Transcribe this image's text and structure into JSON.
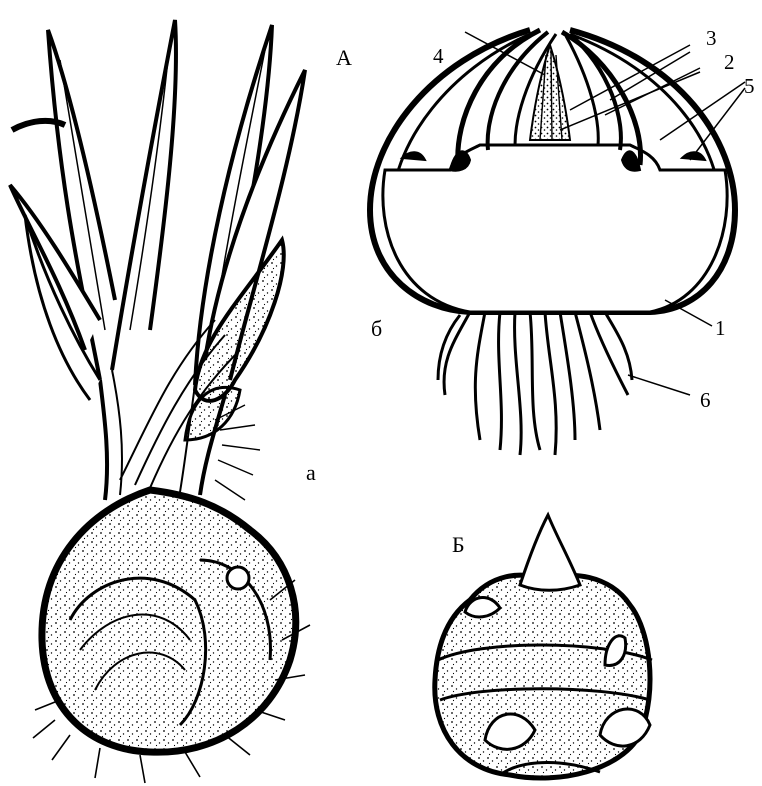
{
  "labels": {
    "panel_A": "А",
    "panel_B": "Б",
    "a": "а",
    "b": "б",
    "n1": "1",
    "n2": "2",
    "n3": "3",
    "n4": "4",
    "n5": "5",
    "n6": "6"
  },
  "colors": {
    "ink": "#000000",
    "paper": "#ffffff"
  }
}
